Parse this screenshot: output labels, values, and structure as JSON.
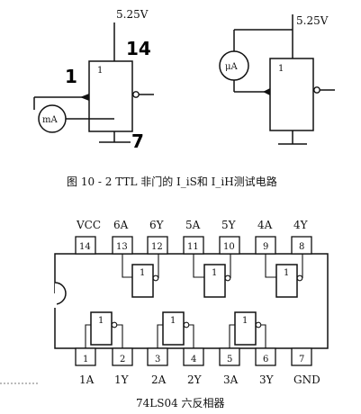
{
  "top": {
    "left_supply": "5.25V",
    "right_supply": "5.25V",
    "left_gate_label": "1",
    "right_gate_label": "1",
    "big_label_1": "1",
    "big_label_14": "14",
    "big_label_7": "7",
    "meter_ma": "mA",
    "meter_ua": "μA",
    "caption": "图 10 - 2   TTL 非门的 I_iS和 I_iH测试电路"
  },
  "ic": {
    "top_pins": [
      {
        "number": "14",
        "label": "VCC"
      },
      {
        "number": "13",
        "label": "6A"
      },
      {
        "number": "12",
        "label": "6Y"
      },
      {
        "number": "11",
        "label": "5A"
      },
      {
        "number": "10",
        "label": "5Y"
      },
      {
        "number": "9",
        "label": "4A"
      },
      {
        "number": "8",
        "label": "4Y"
      }
    ],
    "bottom_pins": [
      {
        "number": "1",
        "label": "1A"
      },
      {
        "number": "2",
        "label": "1Y"
      },
      {
        "number": "3",
        "label": "2A"
      },
      {
        "number": "4",
        "label": "2Y"
      },
      {
        "number": "5",
        "label": "3A"
      },
      {
        "number": "6",
        "label": "3Y"
      },
      {
        "number": "7",
        "label": "GND"
      }
    ],
    "gate_label": "1",
    "caption": "74LS04    六反相器"
  }
}
